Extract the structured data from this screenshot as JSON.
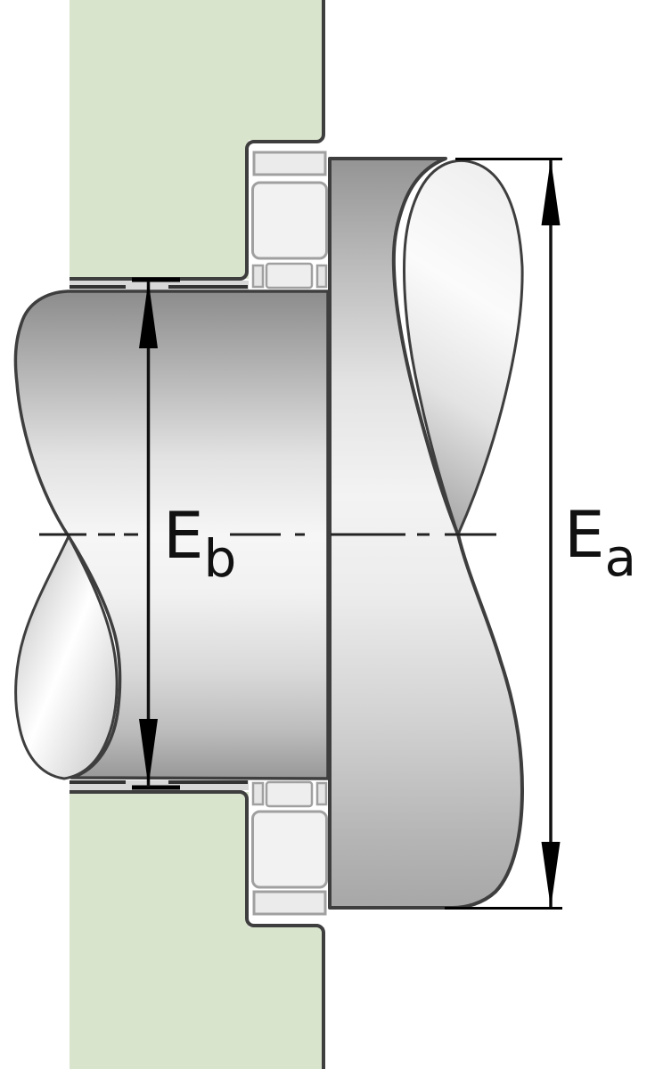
{
  "diagram": {
    "labels": {
      "eb": {
        "base": "E",
        "sub": "b"
      },
      "ea": {
        "base": "E",
        "sub": "a"
      }
    },
    "colors": {
      "background": "#ffffff",
      "housing_green": "#d9e4cd",
      "outline_dark": "#3e3e3e",
      "bearing_border": "#a0a0a0",
      "washer_fill": "#ebebeb",
      "roller_fill": "#f2f2f2",
      "steel_dark": "#8f8f8f",
      "steel_light": "#f6f6f6",
      "bore_gap_gray": "#d8d8d8",
      "dimension_black": "#111111"
    }
  }
}
